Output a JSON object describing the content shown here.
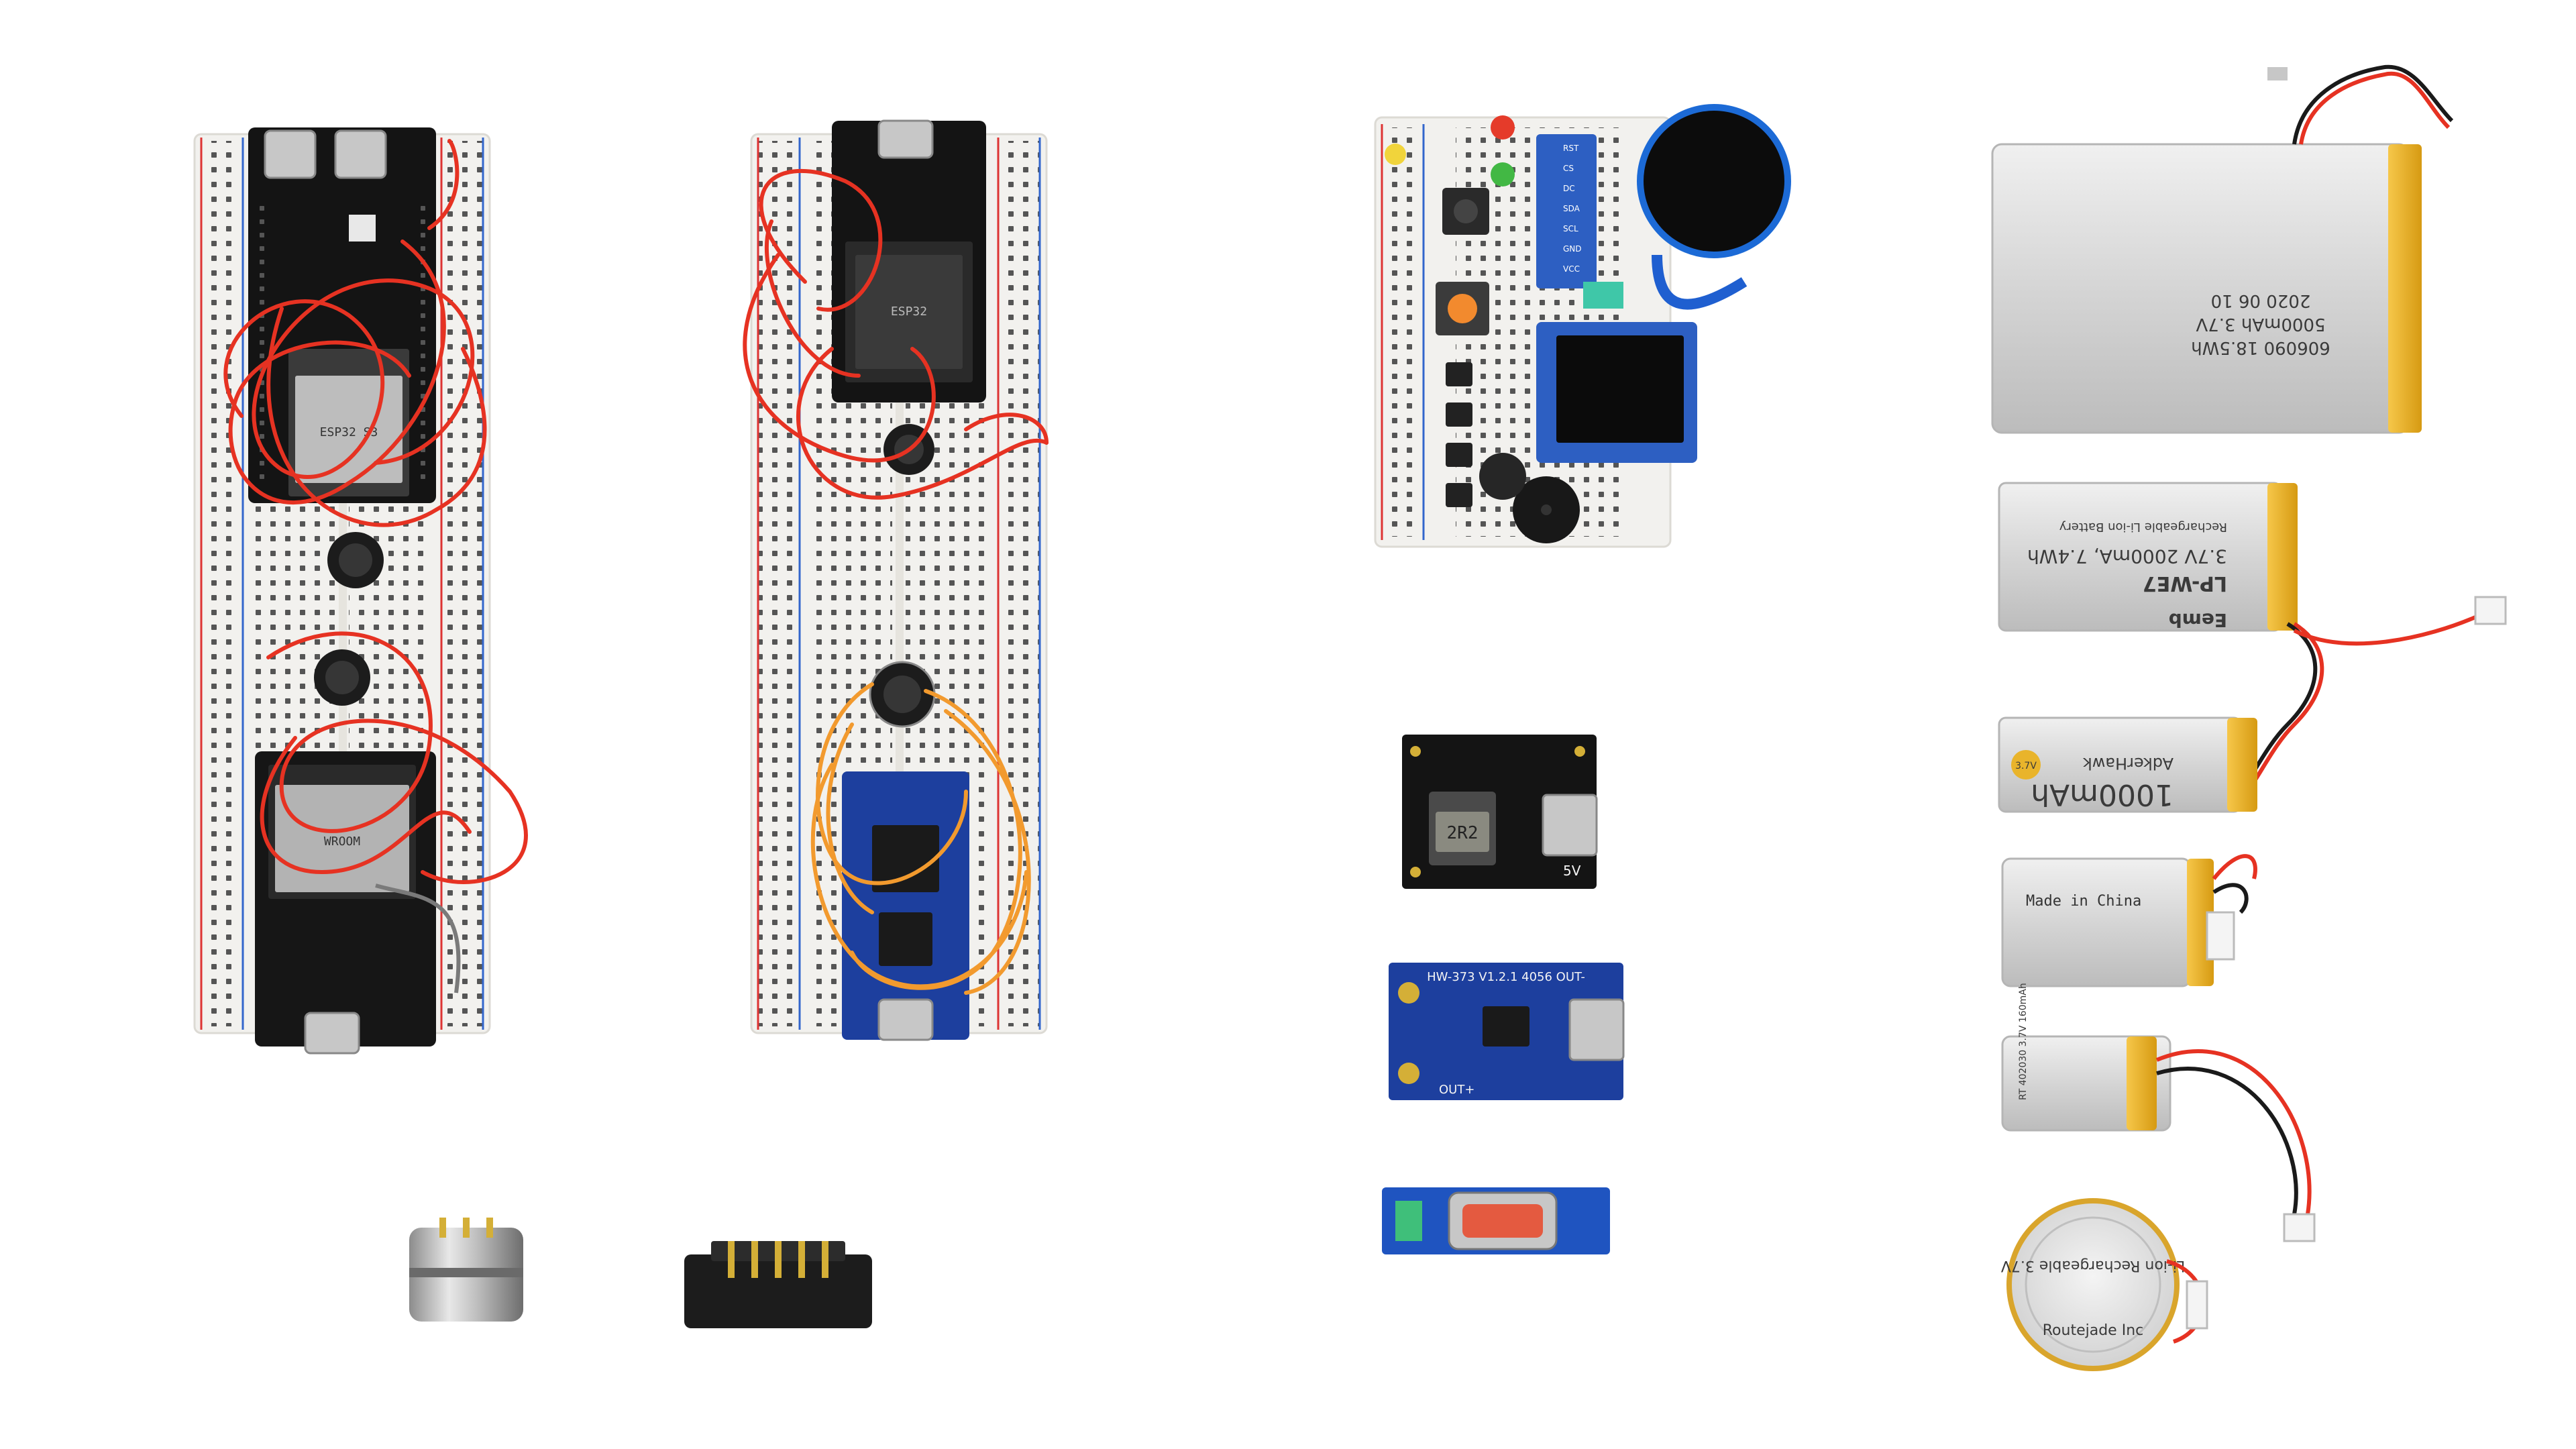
{
  "chips": {
    "esp32_a": "ESP32 S3",
    "esp32_b": "ESP32",
    "wroom": "WROOM",
    "inductor": "2R2",
    "volt": "5V"
  },
  "charger_blue": {
    "text": "HW-373 V1.2.1 4056 OUT-",
    "out_plus": "OUT+"
  },
  "oled": {
    "pins": [
      "RST",
      "CS",
      "DC",
      "SDA",
      "SCL",
      "GND",
      "VCC"
    ]
  },
  "batteries": {
    "big_line1": "606090 18.5Wh",
    "big_line2": "5000mAh 3.7V",
    "big_line3": "2020 06 10",
    "b2_brand": "Eemb",
    "b2_model": "LP-WE7",
    "b2_spec": "3.7V 2000mA, 7.4Wh",
    "b2_line": "Rechargeable Li-ion Battery",
    "b3_capacity": "1000mAh",
    "b3_brand": "AdkerHawk",
    "b3_voltage": "3.7V",
    "b4_text": "Made in China",
    "b5_text": "RT 402030 3.7V 160mAh",
    "coin_line1": "Li-ion Rechargeable 3.7V",
    "coin_line2": "Routejade Inc"
  },
  "colors": {
    "breadboard": "#f2f1ee",
    "wire_red": "#e63222",
    "wire_orange": "#f29a2e",
    "pcb_black": "#141414",
    "pcb_blue": "#1d3f9e",
    "battery_silver": "#d8d8d8",
    "battery_gold": "#e9b42b"
  }
}
